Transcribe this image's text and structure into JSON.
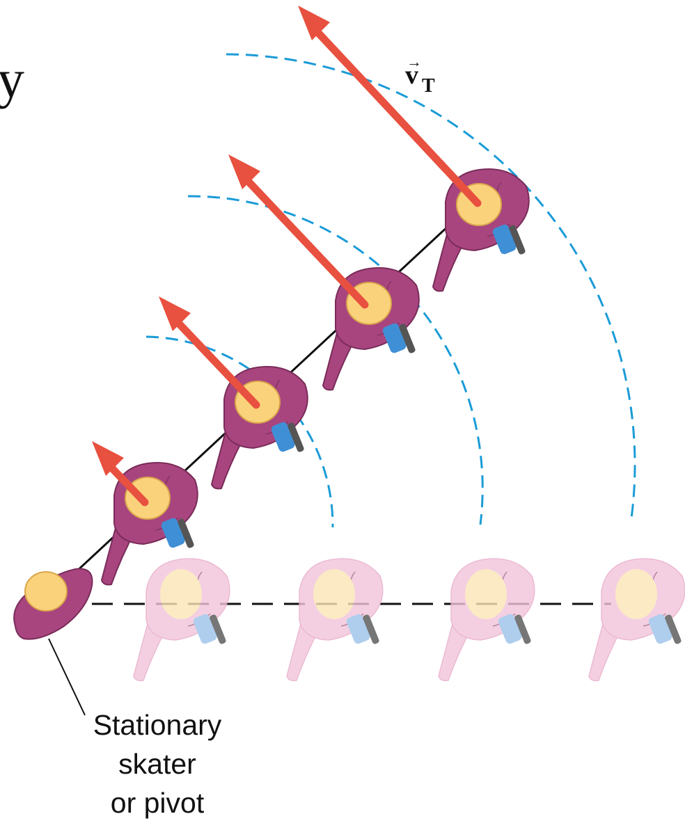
{
  "diagram": {
    "corner_letter": "y",
    "velocity_label": {
      "symbol": "v",
      "arrow": "→",
      "subscript": "T"
    },
    "pivot_caption": [
      "Stationary",
      "skater",
      "or pivot"
    ]
  },
  "colors": {
    "velocity_arrow": "#e8503f",
    "circular_path": "#1a9bd7",
    "skater_body": "#a8457f",
    "skater_body_faded": "#f2c4dc",
    "skater_head": "#fbd27c",
    "skate_blue": "#3f8fd6",
    "guide_line": "#111111"
  },
  "icons": [
    "skater-figure-icon",
    "velocity-arrow-icon"
  ]
}
